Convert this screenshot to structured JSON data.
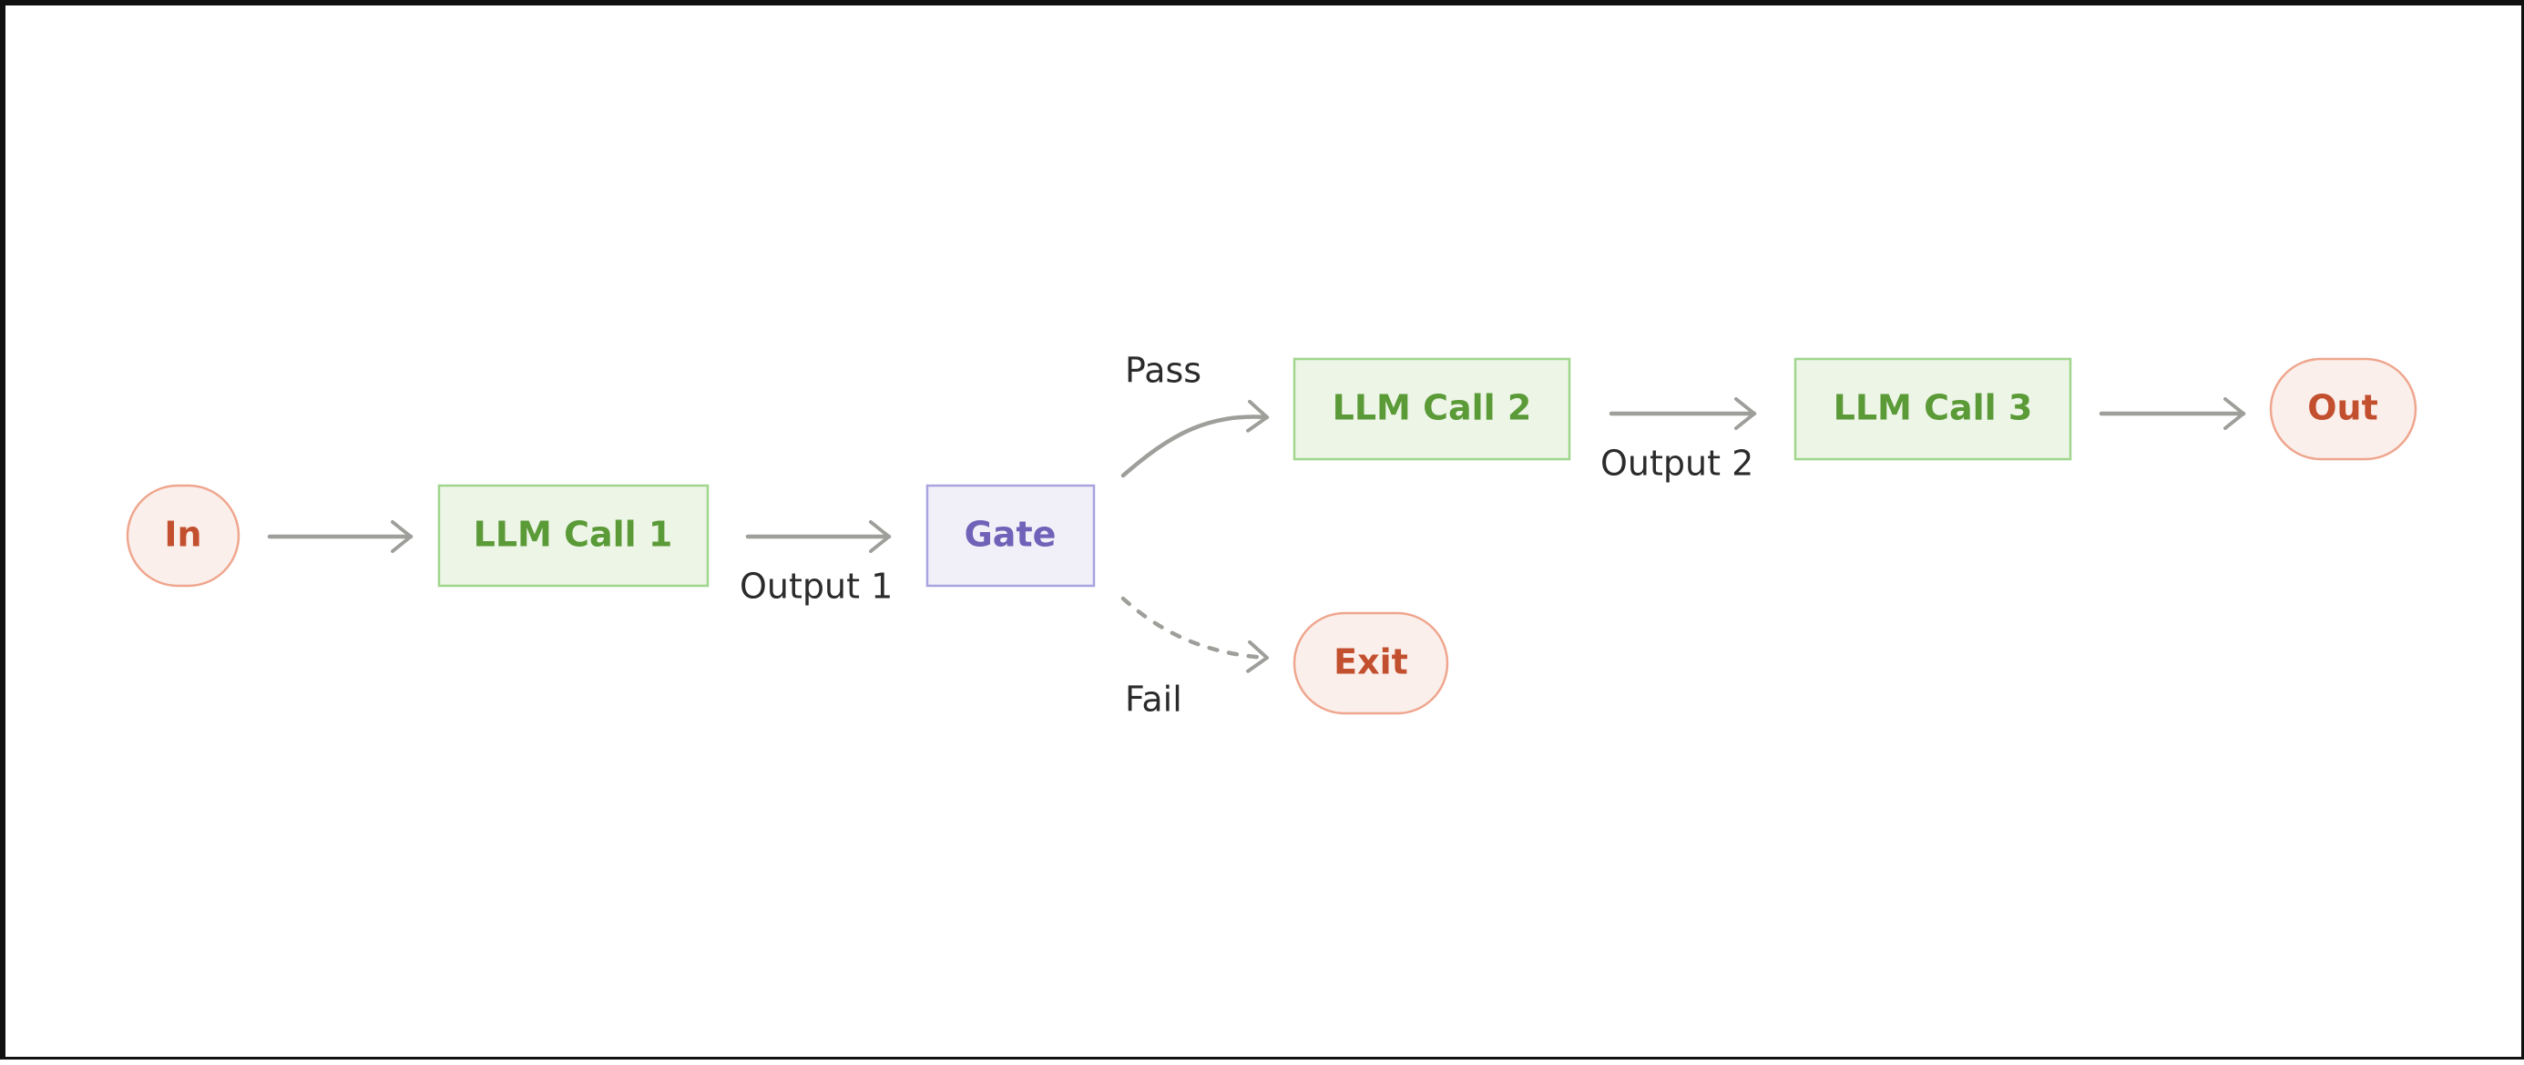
{
  "colors": {
    "terminal_fill": "#fbefeb",
    "terminal_stroke": "#efa68e",
    "terminal_text": "#c2502f",
    "llm_fill": "#edf5e7",
    "llm_stroke": "#9fd68c",
    "llm_text": "#5a9a37",
    "gate_fill": "#f1f0f8",
    "gate_stroke": "#a9a3df",
    "gate_text": "#6f62b8",
    "arrow": "#9e9e9a",
    "label": "#2b2b2b"
  },
  "nodes": {
    "in": "In",
    "llm_call_1": "LLM Call 1",
    "gate": "Gate",
    "llm_call_2": "LLM Call 2",
    "llm_call_3": "LLM Call 3",
    "out": "Out",
    "exit": "Exit"
  },
  "edge_labels": {
    "output_1": "Output 1",
    "pass": "Pass",
    "fail": "Fail",
    "output_2": "Output 2"
  }
}
